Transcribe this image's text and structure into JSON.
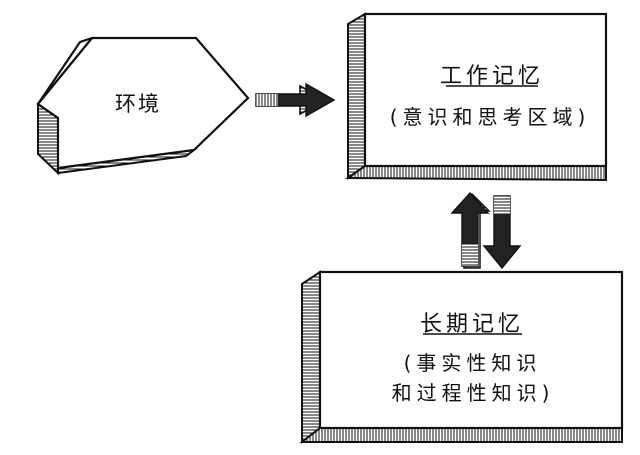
{
  "diagram": {
    "environment": {
      "label": "环境"
    },
    "working_memory": {
      "title": "工作记忆",
      "subtitle": "(意识和思考区域)"
    },
    "long_term_memory": {
      "title": "长期记忆",
      "line1": "(事实性知识",
      "line2": "和过程性知识)"
    },
    "colors": {
      "line": "#111111",
      "fill": "#ffffff",
      "shade": "#2b2b2b"
    }
  }
}
